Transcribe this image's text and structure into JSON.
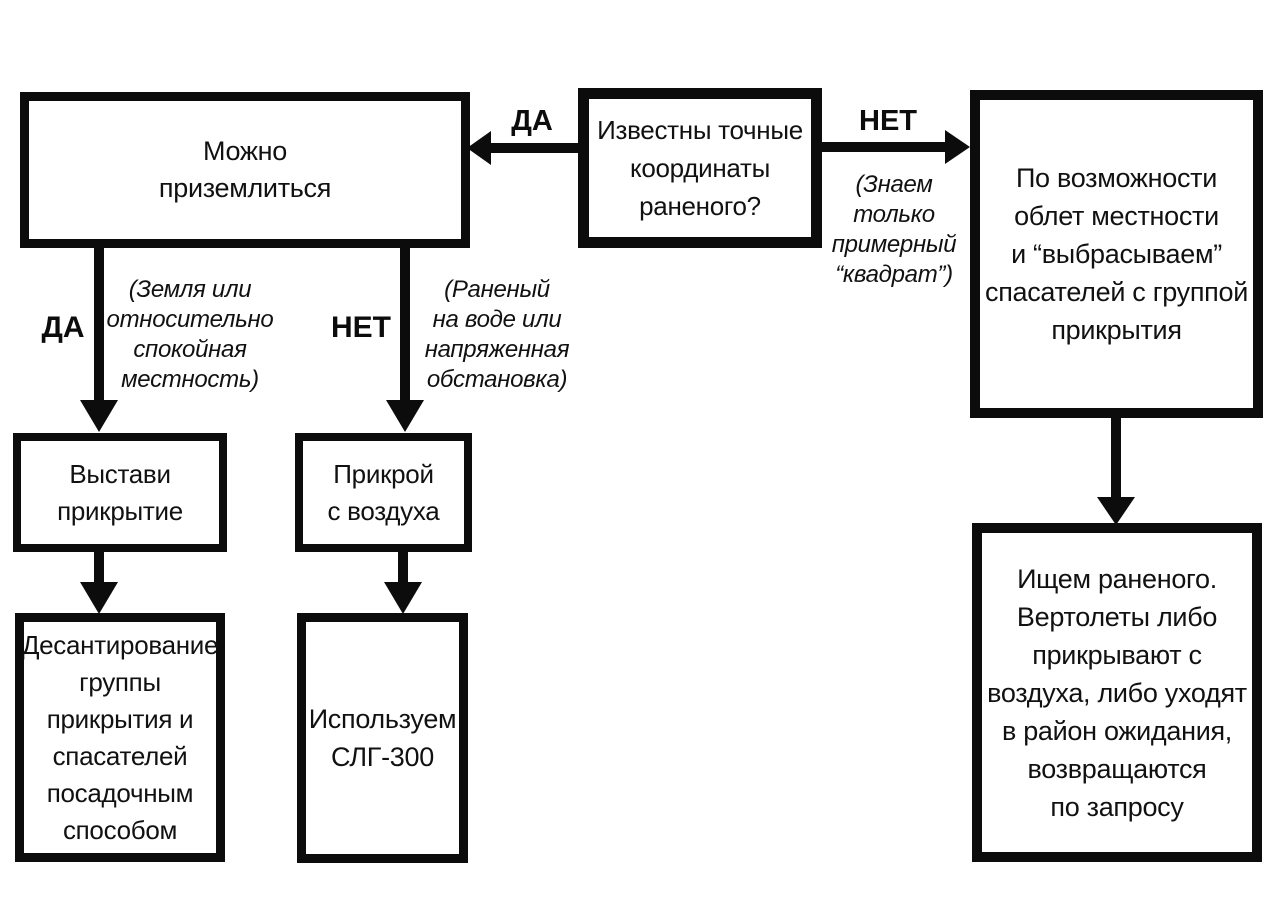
{
  "colors": {
    "ink": "#0c0c0c",
    "background": "#ffffff"
  },
  "boxes": {
    "can_land": "Можно\nприземлиться",
    "known_coords": "Известны точные\nкоординаты\nраненого?",
    "overfly_area": "По возможности\nоблет местности\nи “выбрасываем”\nспасателей с группой\nприкрытия",
    "set_cover": "Выстави\nприкрытие",
    "cover_from_air": "Прикрой\nс воздуха",
    "landing_deployment": "Десантирование\nгруппы\nприкрытия и\nспасателей\nпосадочным\nспособом",
    "use_slg300": "Используем\nСЛГ-300",
    "search_wounded": "Ищем раненого.\nВертолеты либо\nприкрывают с\nвоздуха, либо уходят\nв район ожидания,\nвозвращаются\nпо запросу"
  },
  "labels": {
    "yes_to_land": "ДА",
    "no_to_overfly": "НЕТ",
    "yes_ground": "ДА",
    "no_water": "НЕТ"
  },
  "notes": {
    "approx_square": "(Знаем\nтолько\nпримерный\n“квадрат”)",
    "calm_ground": "(Земля или\nотносительно\nспокойная\nместность)",
    "water_or_tension": "(Раненый\nна воде или\nнапряженная\nобстановка)"
  }
}
